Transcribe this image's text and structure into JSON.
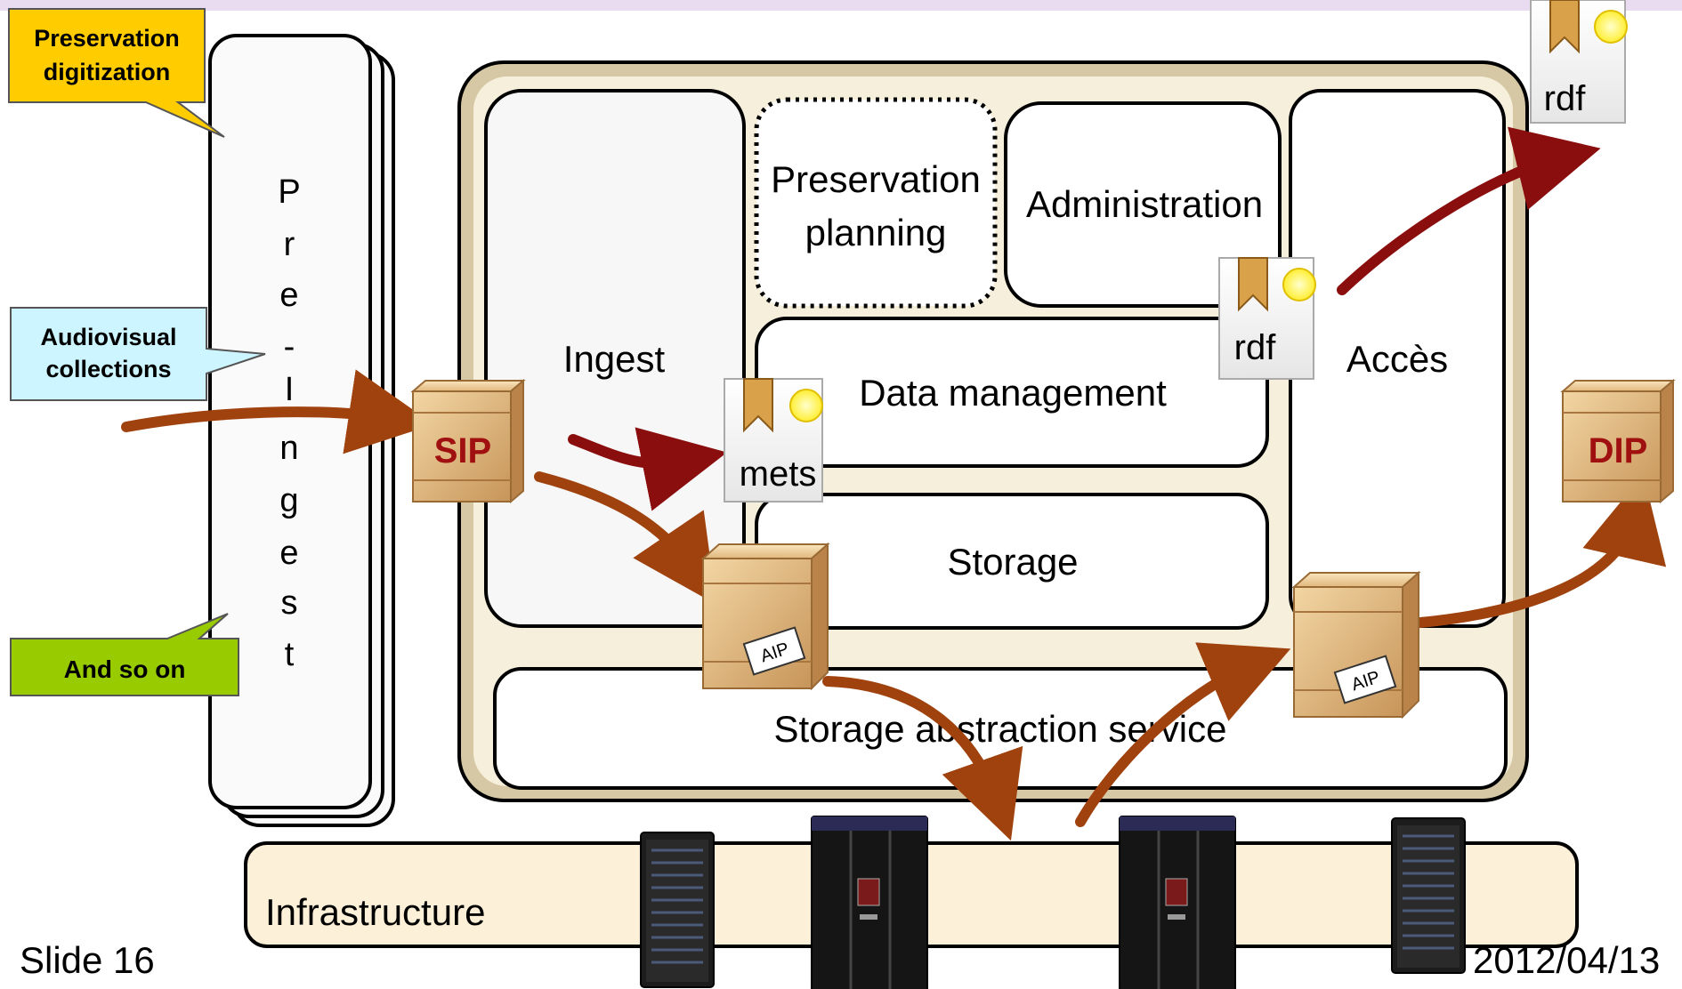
{
  "slide": {
    "footer_left": "Slide 16",
    "footer_right": "2012/04/13"
  },
  "callouts": {
    "preservation_digitization": [
      "Preservation",
      "digitization"
    ],
    "audiovisual_collections": [
      "Audiovisual",
      "collections"
    ],
    "and_so_on": "And so on"
  },
  "pre_ingest": {
    "letters": [
      "P",
      "r",
      "e",
      "-",
      "I",
      "n",
      "g",
      "e",
      "s",
      "t"
    ]
  },
  "modules": {
    "ingest": "Ingest",
    "preservation_planning": [
      "Preservation",
      "planning"
    ],
    "administration": "Administration",
    "acces": "Accès",
    "data_management": "Data management",
    "storage": "Storage",
    "storage_abstraction": "Storage abstraction service",
    "infrastructure": "Infrastructure"
  },
  "packages": {
    "sip": "SIP",
    "dip": "DIP",
    "aip": "AIP"
  },
  "documents": {
    "mets": "mets",
    "rdf_inner": "rdf",
    "rdf_outer": "rdf"
  },
  "colors": {
    "callout_yellow": "#ffcc00",
    "callout_cyan": "#ccf5ff",
    "callout_green": "#99cc00",
    "archive_frame": "#d6c8a4",
    "infrastructure_fill": "#fdf0d8",
    "arrow_brown": "#a0420e",
    "arrow_dark_red": "#8b0e0e",
    "crate_label": "#a01010"
  }
}
